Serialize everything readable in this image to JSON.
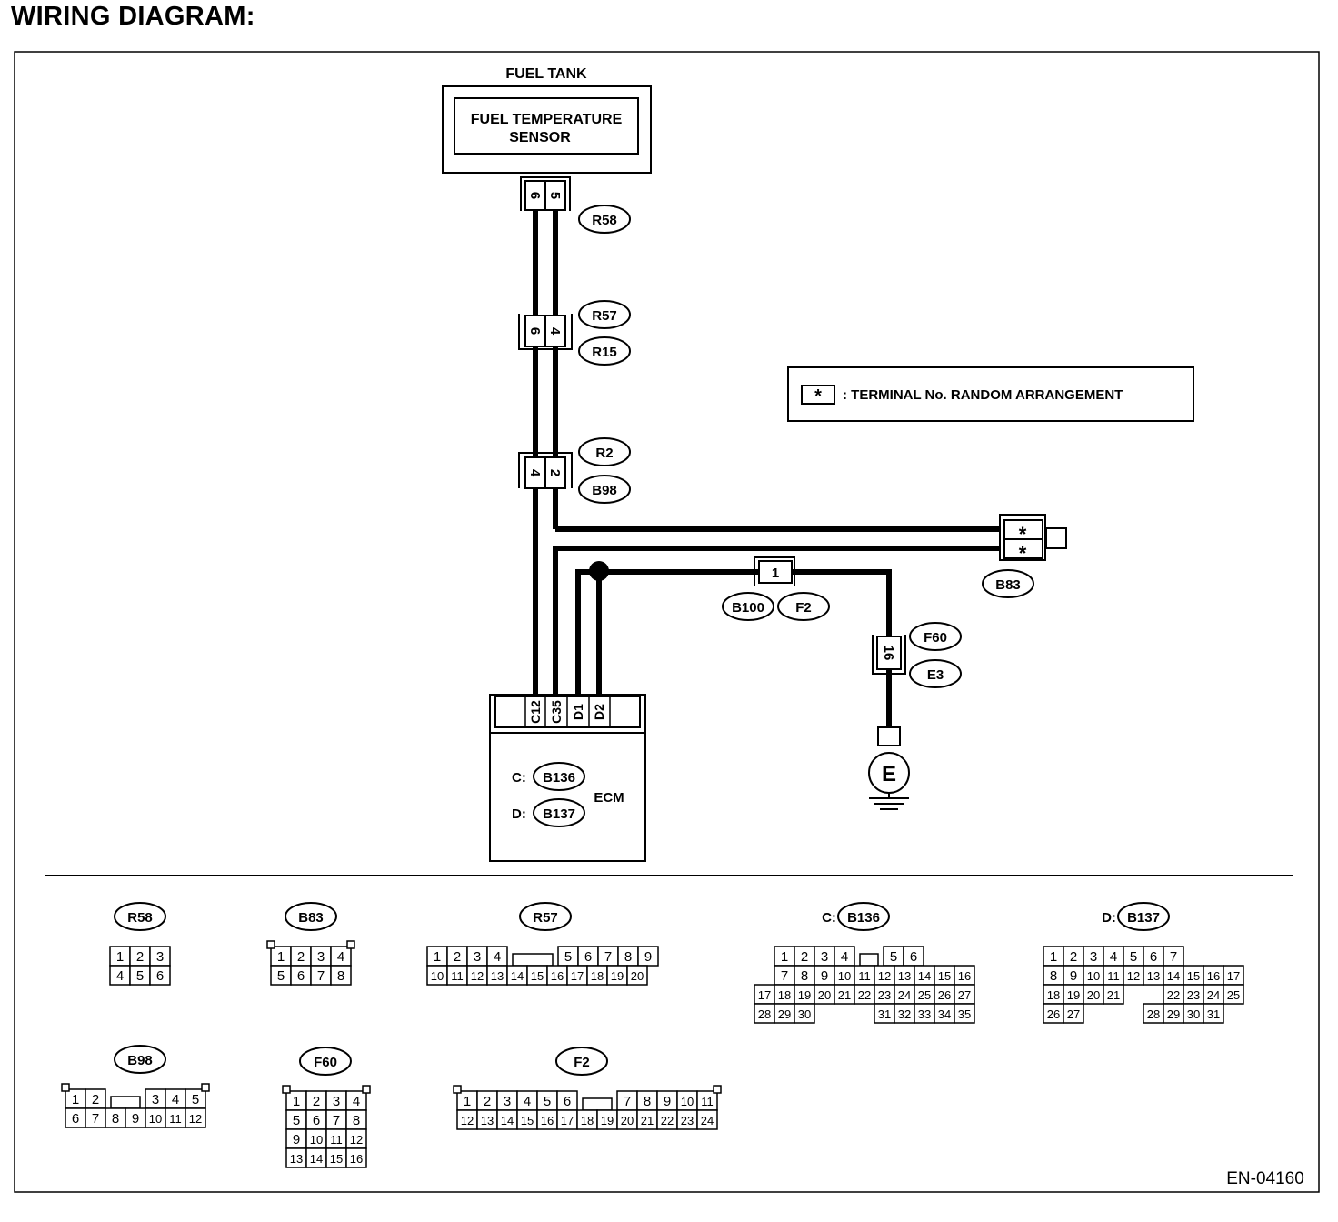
{
  "title": "WIRING DIAGRAM:",
  "figure_code": "EN-04160",
  "sensor": {
    "housing_label": "FUEL TANK",
    "name_line1": "FUEL TEMPERATURE",
    "name_line2": "SENSOR"
  },
  "legend": {
    "symbol": "*",
    "text": ": TERMINAL No. RANDOM ARRANGEMENT"
  },
  "ecm": {
    "name": "ECM",
    "pins": [
      "C12",
      "C35",
      "D1",
      "D2"
    ],
    "connectors": [
      {
        "prefix": "C:",
        "id": "B136"
      },
      {
        "prefix": "D:",
        "id": "B137"
      }
    ]
  },
  "connectors": {
    "r58": {
      "pins": [
        "6",
        "5"
      ],
      "ids": [
        "R58"
      ]
    },
    "r57": {
      "pins": [
        "6",
        "4"
      ],
      "ids": [
        "R57",
        "R15"
      ]
    },
    "r2": {
      "pins": [
        "4",
        "2"
      ],
      "ids": [
        "R2",
        "B98"
      ]
    },
    "b83": {
      "pins": [
        "*",
        "*"
      ],
      "ids": [
        "B83"
      ]
    },
    "b100": {
      "pins": [
        "1"
      ],
      "ids": [
        "B100",
        "F2"
      ]
    },
    "f60": {
      "pins": [
        "16"
      ],
      "ids": [
        "F60",
        "E3"
      ]
    }
  },
  "ground": {
    "label": "E"
  },
  "faces": {
    "r58": {
      "id": "R58",
      "rows": [
        [
          "1",
          "2",
          "3"
        ],
        [
          "4",
          "5",
          "6"
        ]
      ]
    },
    "b83": {
      "id": "B83",
      "rows": [
        [
          "1",
          "2",
          "3",
          "4"
        ],
        [
          "5",
          "6",
          "7",
          "8"
        ]
      ]
    },
    "r57": {
      "id": "R57",
      "rows": [
        [
          "1",
          "2",
          "3",
          "4",
          "",
          "5",
          "6",
          "7",
          "8",
          "9"
        ],
        [
          "10",
          "11",
          "12",
          "13",
          "14",
          "15",
          "16",
          "17",
          "18",
          "19",
          "20"
        ]
      ]
    },
    "b136": {
      "prefix": "C:",
      "id": "B136",
      "rows": [
        [
          "1",
          "2",
          "3",
          "4",
          "",
          "5",
          "6"
        ],
        [
          "7",
          "8",
          "9",
          "10",
          "11",
          "12",
          "13",
          "14",
          "15",
          "16"
        ],
        [
          "17",
          "18",
          "19",
          "20",
          "21",
          "22",
          "23",
          "24",
          "25",
          "26",
          "27"
        ],
        [
          "28",
          "29",
          "30",
          "31",
          "32",
          "33",
          "34",
          "35"
        ]
      ]
    },
    "b137": {
      "prefix": "D:",
      "id": "B137",
      "rows": [
        [
          "1",
          "2",
          "3",
          "4",
          "5",
          "6",
          "7"
        ],
        [
          "8",
          "9",
          "10",
          "11",
          "12",
          "13",
          "14",
          "15",
          "16",
          "17"
        ],
        [
          "18",
          "19",
          "20",
          "21",
          "22",
          "23",
          "24",
          "25"
        ],
        [
          "26",
          "27",
          "28",
          "29",
          "30",
          "31"
        ]
      ]
    },
    "b98": {
      "id": "B98",
      "rows": [
        [
          "1",
          "2",
          "",
          "3",
          "4",
          "5"
        ],
        [
          "6",
          "7",
          "8",
          "9",
          "10",
          "11",
          "12"
        ]
      ]
    },
    "f60": {
      "id": "F60",
      "rows": [
        [
          "1",
          "2",
          "3",
          "4"
        ],
        [
          "5",
          "6",
          "7",
          "8"
        ],
        [
          "9",
          "10",
          "11",
          "12"
        ],
        [
          "13",
          "14",
          "15",
          "16"
        ]
      ]
    },
    "f2": {
      "id": "F2",
      "rows": [
        [
          "1",
          "2",
          "3",
          "4",
          "5",
          "6",
          "",
          "7",
          "8",
          "9",
          "10",
          "11"
        ],
        [
          "12",
          "13",
          "14",
          "15",
          "16",
          "17",
          "18",
          "19",
          "20",
          "21",
          "22",
          "23",
          "24"
        ]
      ]
    }
  }
}
